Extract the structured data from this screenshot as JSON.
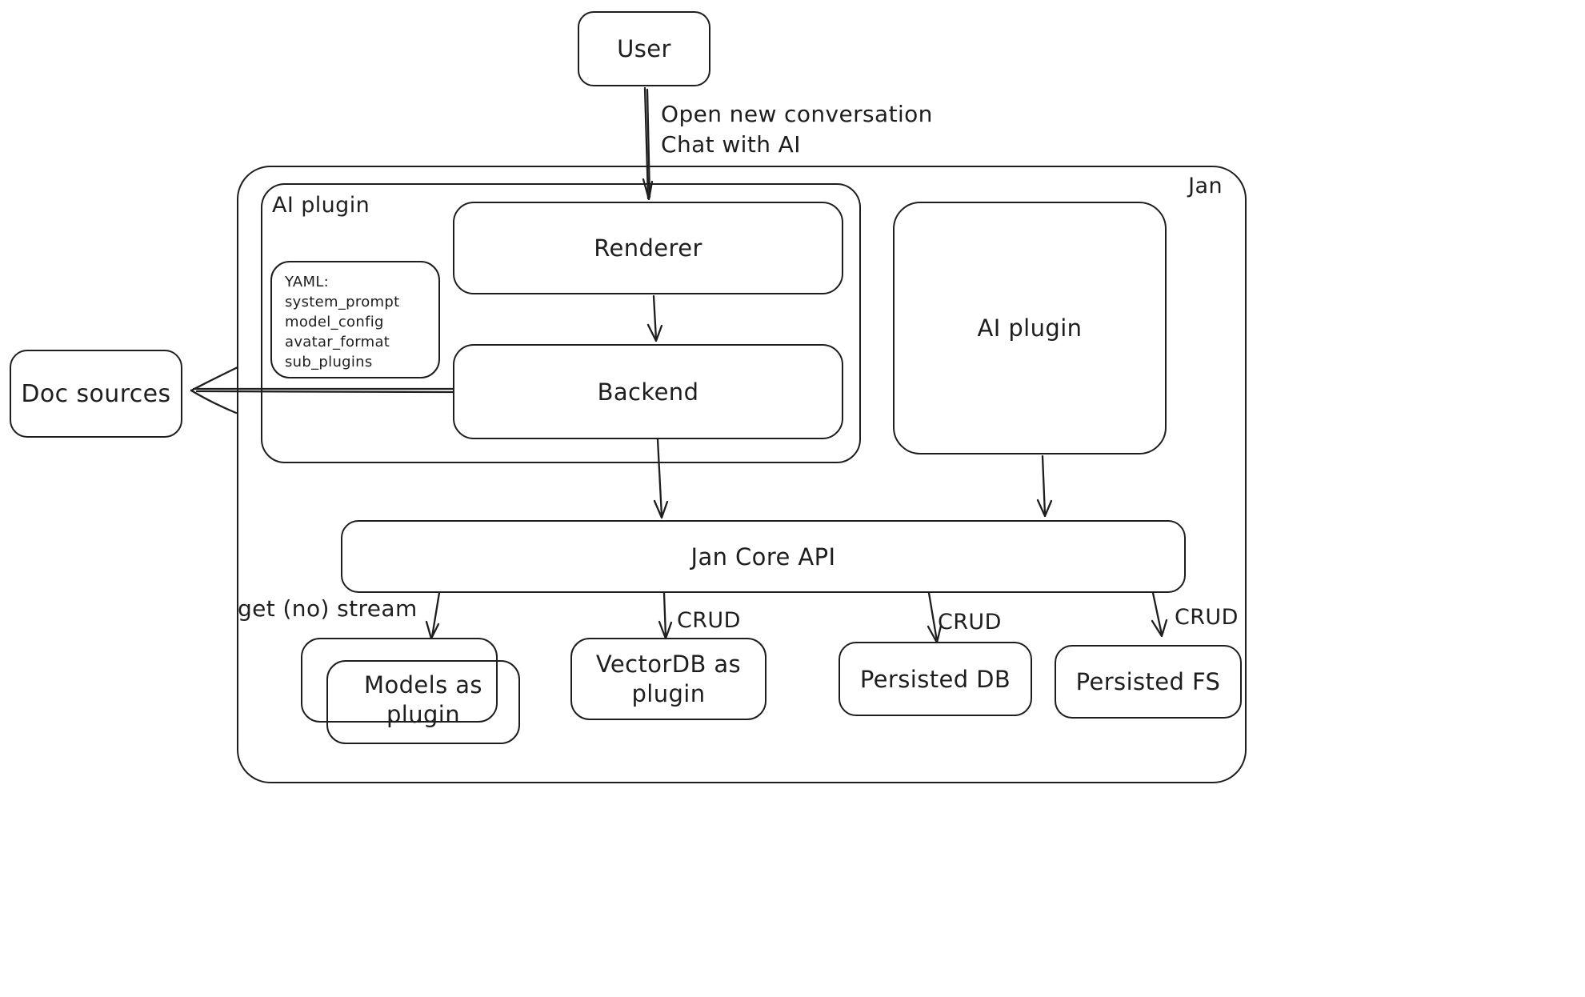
{
  "diagram": {
    "title": "Jan architecture diagram",
    "colors": {
      "stroke": "#1e1e1e",
      "background": "#ffffff"
    },
    "nodes": {
      "user": {
        "label": "User"
      },
      "jan_container": {
        "label": "Jan"
      },
      "ai_plugin_container": {
        "label": "AI plugin"
      },
      "renderer": {
        "label": "Renderer"
      },
      "backend": {
        "label": "Backend"
      },
      "yaml_note": {
        "lines": [
          "YAML:",
          "system_prompt",
          "model_config",
          "avatar_format",
          "sub_plugins"
        ]
      },
      "ai_plugin_right": {
        "label": "AI plugin"
      },
      "doc_sources": {
        "label": "Doc sources"
      },
      "jan_core_api": {
        "label": "Jan Core API"
      },
      "models_as_plugin": {
        "label": "Models as plugin"
      },
      "vectordb_as_plugin": {
        "label": "VectorDB as plugin"
      },
      "persisted_db": {
        "label": "Persisted DB"
      },
      "persisted_fs": {
        "label": "Persisted FS"
      }
    },
    "edge_labels": {
      "user_arrow_line1": "Open new conversation",
      "user_arrow_line2": "Chat with AI",
      "get_no_stream": "get (no) stream",
      "crud_vectordb": "CRUD",
      "crud_persisted_db": "CRUD",
      "crud_persisted_fs": "CRUD"
    }
  }
}
